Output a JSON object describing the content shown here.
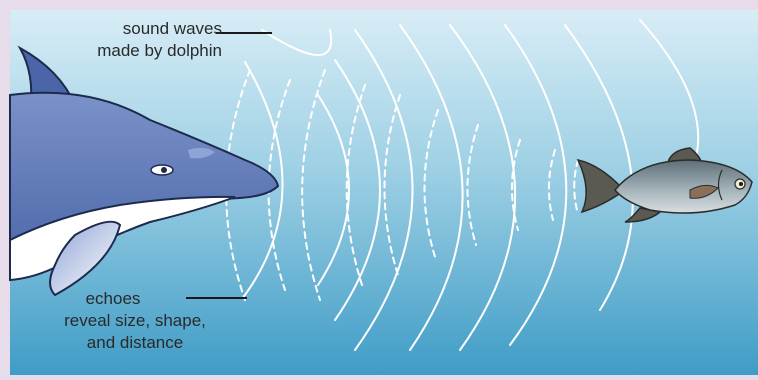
{
  "labels": {
    "sound_waves_line1": "sound waves",
    "sound_waves_line2": "made by dolphin",
    "echoes_line1": "echoes",
    "echoes_line2": "reveal size, shape,",
    "echoes_line3": "and distance"
  },
  "colors": {
    "frame": "#e6dcea",
    "water_top": "#d6ecf5",
    "water_bottom": "#3f9cc6",
    "wave": "#ffffff",
    "dolphin_body": "#5c78b8",
    "dolphin_belly": "#ffffff",
    "fish_body": "#7f8f96",
    "leader_line": "#1a1a1a"
  },
  "icons": {
    "dolphin": "dolphin-icon",
    "fish": "fish-icon"
  }
}
